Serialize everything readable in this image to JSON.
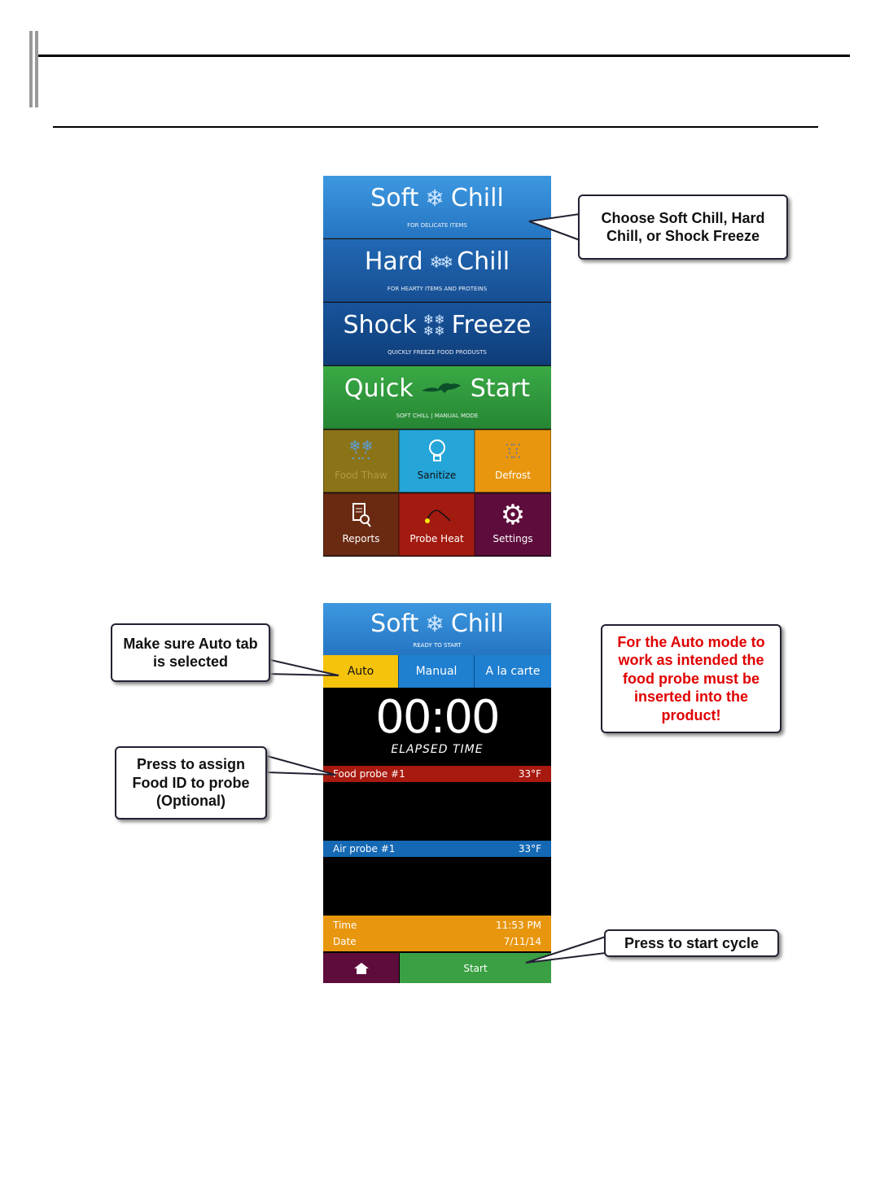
{
  "home_screen": {
    "soft_chill": {
      "word1": "Soft",
      "word2": "Chill",
      "subtitle": "FOR DELICATE ITEMS"
    },
    "hard_chill": {
      "word1": "Hard",
      "word2": "Chill",
      "subtitle": "FOR HEARTY ITEMS AND PROTEINS"
    },
    "shock_freeze": {
      "word1": "Shock",
      "word2": "Freeze",
      "subtitle": "QUICKLY FREEZE FOOD PRODUSTS"
    },
    "quick_start": {
      "word1": "Quick",
      "word2": "Start",
      "subtitle": "SOFT CHILL | MANUAL MODE"
    },
    "food_thaw": "Food Thaw",
    "sanitize": "Sanitize",
    "defrost": "Defrost",
    "reports": "Reports",
    "probe_heat": "Probe Heat",
    "settings": "Settings"
  },
  "cycle_screen": {
    "title1": "Soft",
    "title2": "Chill",
    "status": "READY TO START",
    "tabs": [
      "Auto",
      "Manual",
      "A la carte"
    ],
    "timer": "00:00",
    "timer_label": "ELAPSED TIME",
    "food_probe_label": "Food probe #1",
    "food_probe_temp": "33°F",
    "air_probe_label": "Air probe #1",
    "air_probe_temp": "33°F",
    "time_label": "Time",
    "time_value": "11:53 PM",
    "date_label": "Date",
    "date_value": "7/11/14",
    "start_label": "Start"
  },
  "callouts": {
    "choose": "Choose Soft Chill, Hard Chill, or Shock Freeze",
    "auto_tab": "Make sure Auto tab is selected",
    "auto_mode_warning": "For the Auto mode to work as intended the food probe must be inserted into the product!",
    "assign_food_id": "Press to assign Food ID to probe (Optional)",
    "start_cycle": "Press to start cycle"
  },
  "colors": {
    "soft_chill": "#2f86d2",
    "hard_chill": "#1a5fa8",
    "shock_freeze": "#134a8c",
    "quick_start": "#2f9a3c",
    "food_thaw": "#8b7318",
    "sanitize": "#25a5d8",
    "defrost": "#e8960e",
    "reports": "#6a2a12",
    "probe_heat": "#a31a10",
    "settings": "#5e0c3c",
    "active_tab": "#f5c20c",
    "warning_text": "#e00000"
  }
}
